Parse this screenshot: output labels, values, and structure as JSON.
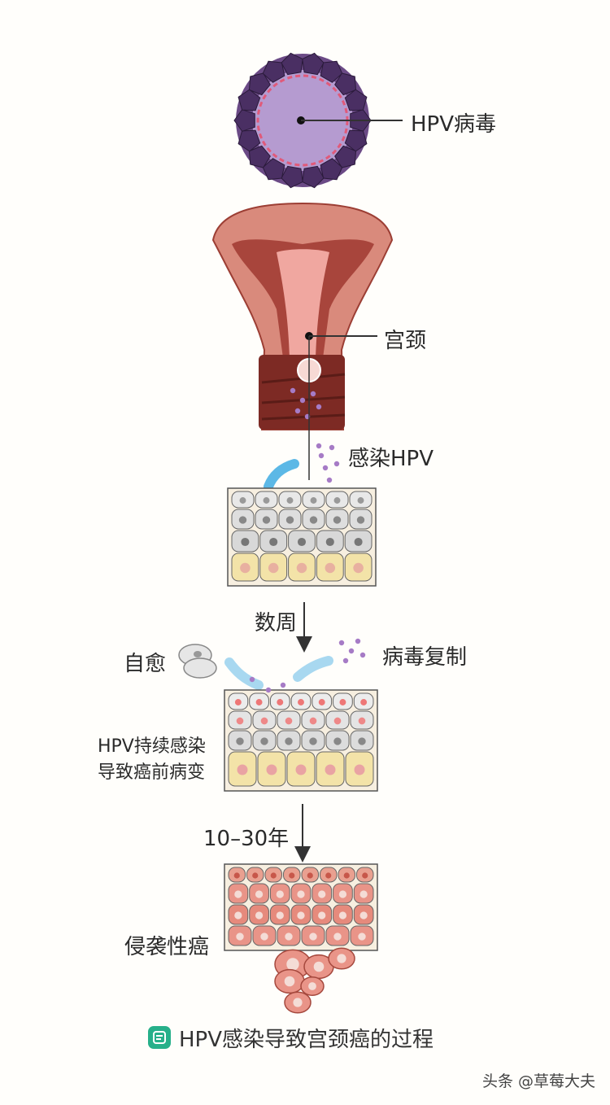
{
  "labels": {
    "virus": "HPV病毒",
    "cervix": "宫颈",
    "infection": "感染HPV",
    "weeks": "数周",
    "self_heal": "自愈",
    "replication": "病毒复制",
    "persistent_line1": "HPV持续感染",
    "persistent_line2": "导致癌前病变",
    "years": "10–30年",
    "invasive": "侵袭性癌"
  },
  "caption": "HPV感染导致宫颈癌的过程",
  "watermark": "头条 @草莓大夫",
  "colors": {
    "virus": "#6b4a86",
    "virus_core": "#b59bd0",
    "uterus_outer": "#d98a7c",
    "uterus_inner": "#a8453c",
    "cell_gray": "#dcdcdc",
    "cell_basal": "#f3e3a8",
    "cell_cancer": "#e99488",
    "arrow_blue": "#5cb8e6",
    "dot_purple": "#a67bc6",
    "caption_icon": "#27b08a"
  }
}
